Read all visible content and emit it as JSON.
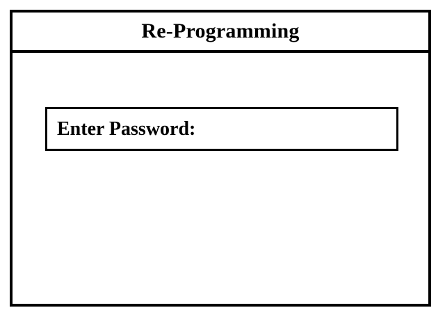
{
  "window": {
    "title": "Re-Programming",
    "background_color": "#ffffff",
    "border_color": "#000000"
  },
  "title_bar": {
    "title": "Re-Programming"
  },
  "client_area": {
    "password_field": {
      "label": "Enter Password:",
      "value": "",
      "placeholder": ""
    }
  }
}
